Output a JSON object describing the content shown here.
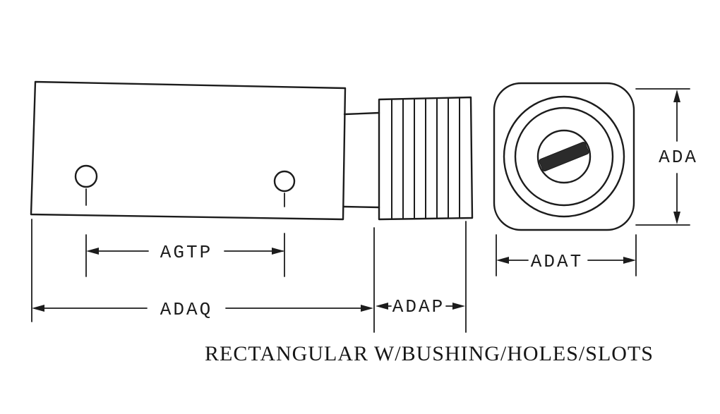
{
  "diagram": {
    "caption": "RECTANGULAR W/BUSHING/HOLES/SLOTS",
    "labels": {
      "ada": "ADA",
      "adat": "ADAT",
      "agtp": "AGTP",
      "adaq": "ADAQ",
      "adap": "ADAP"
    },
    "colors": {
      "line": "#1c1c1c",
      "background": "#ffffff"
    }
  }
}
